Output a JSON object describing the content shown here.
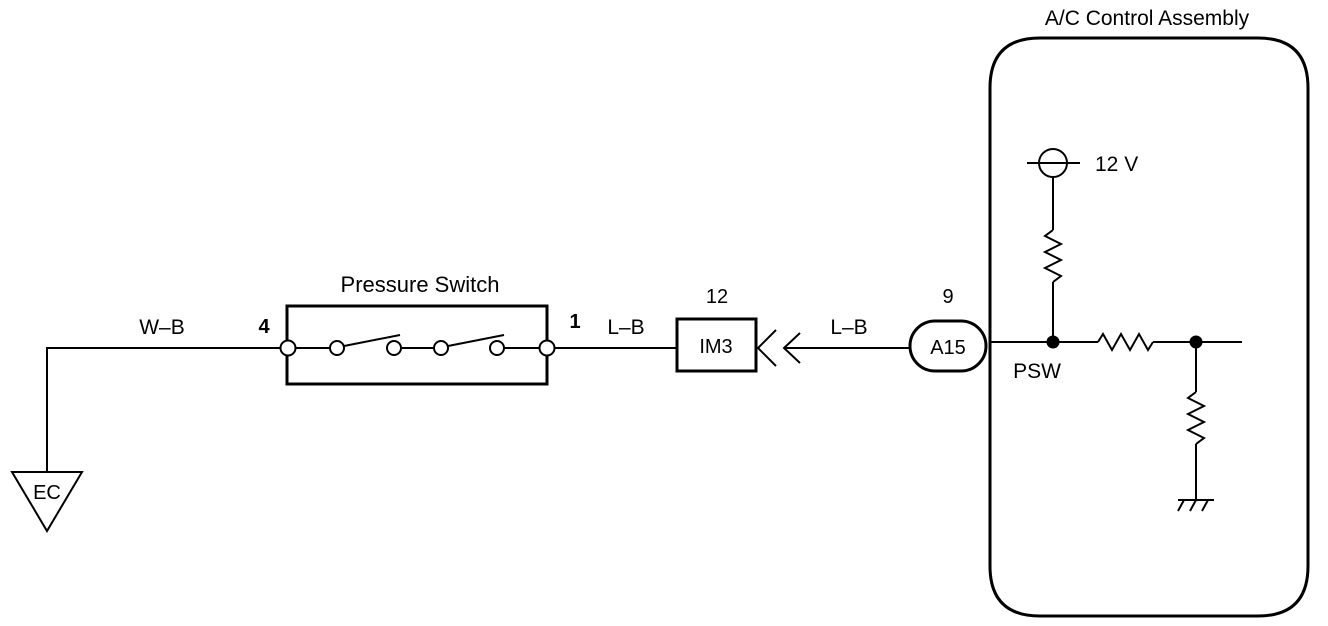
{
  "ground": {
    "label": "EC"
  },
  "wire_left": {
    "color": "W–B"
  },
  "pressure_switch": {
    "title": "Pressure Switch",
    "pin_left": "4",
    "pin_right": "1"
  },
  "wire_mid": {
    "color": "L–B"
  },
  "connector_im3": {
    "pin": "12",
    "label": "IM3"
  },
  "wire_right": {
    "color": "L–B"
  },
  "connector_a15": {
    "pin": "9",
    "label": "A15"
  },
  "ac_control": {
    "title": "A/C Control Assembly",
    "supply_voltage": "12 V",
    "terminal_name": "PSW"
  }
}
